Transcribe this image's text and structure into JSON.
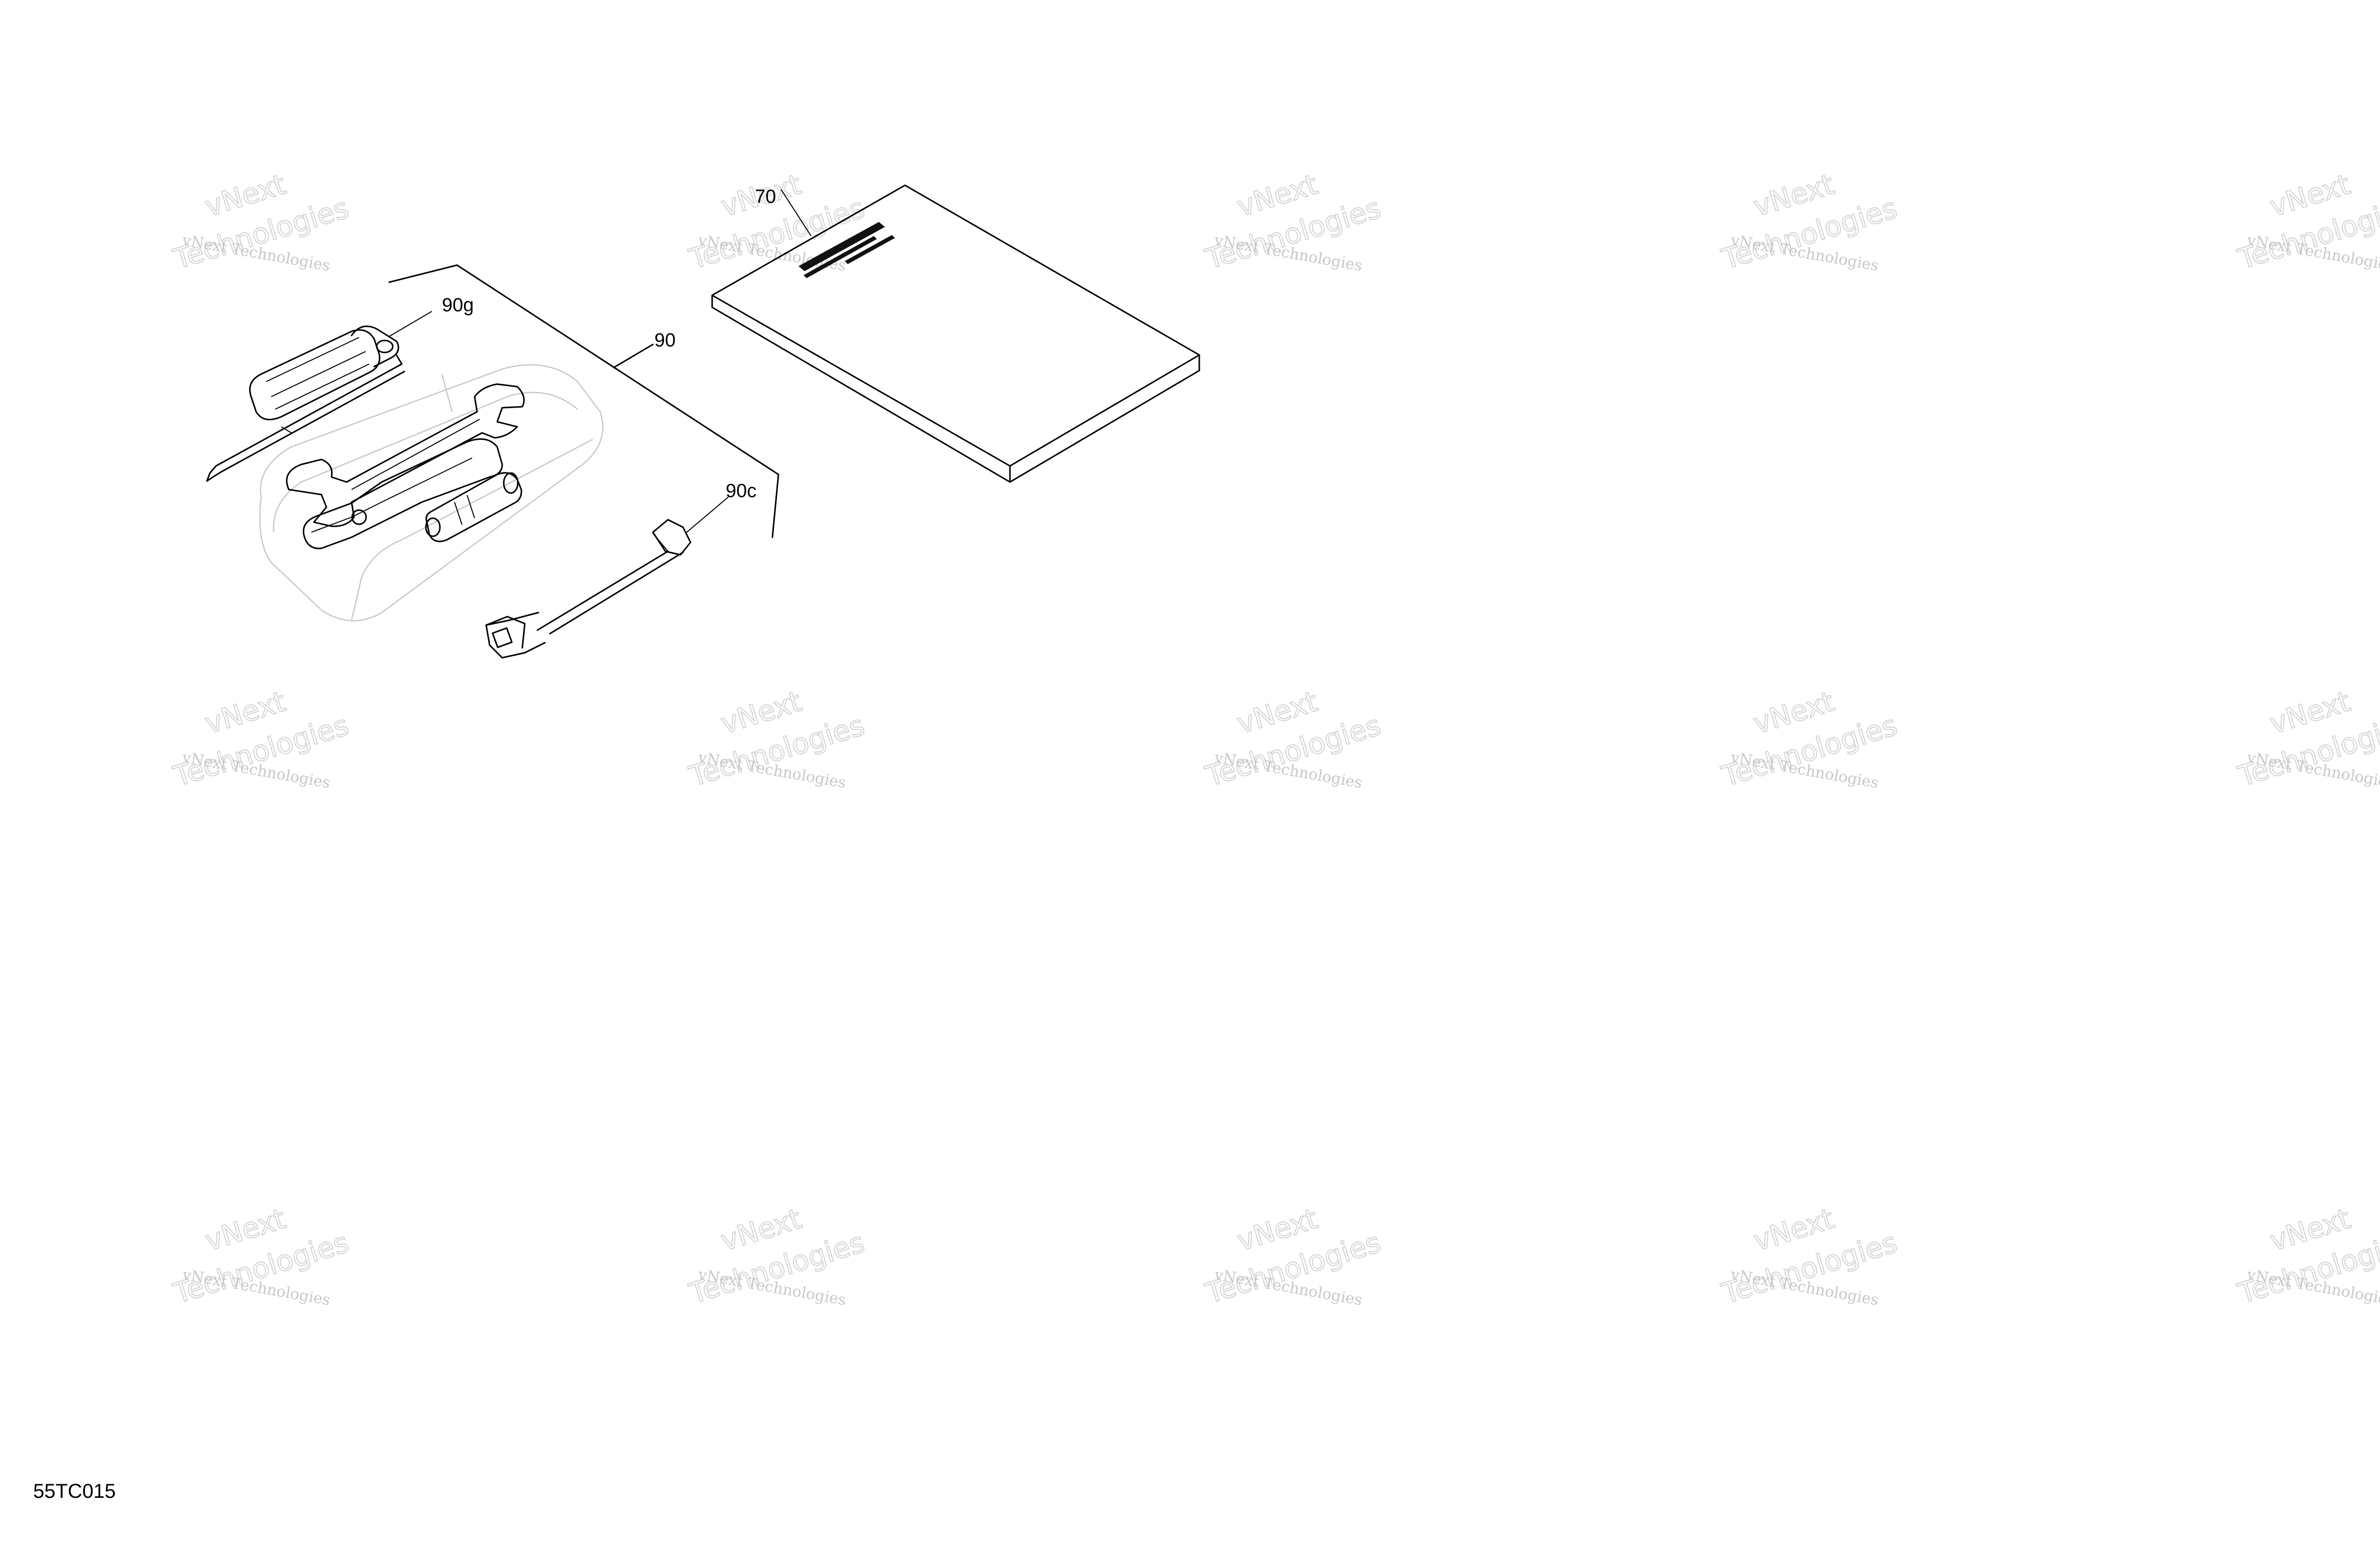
{
  "callouts": {
    "manual": "70",
    "tool_kit": "90",
    "screwdriver": "90g",
    "socket_wrench": "90c"
  },
  "watermark": {
    "line1": "vNext Technologies",
    "line2a": "vNext",
    "line2b": "Technologies"
  },
  "figure_code": "55TC015",
  "colors": {
    "ink": "#000000",
    "watermark": "#c8c8c8",
    "background": "#ffffff"
  }
}
